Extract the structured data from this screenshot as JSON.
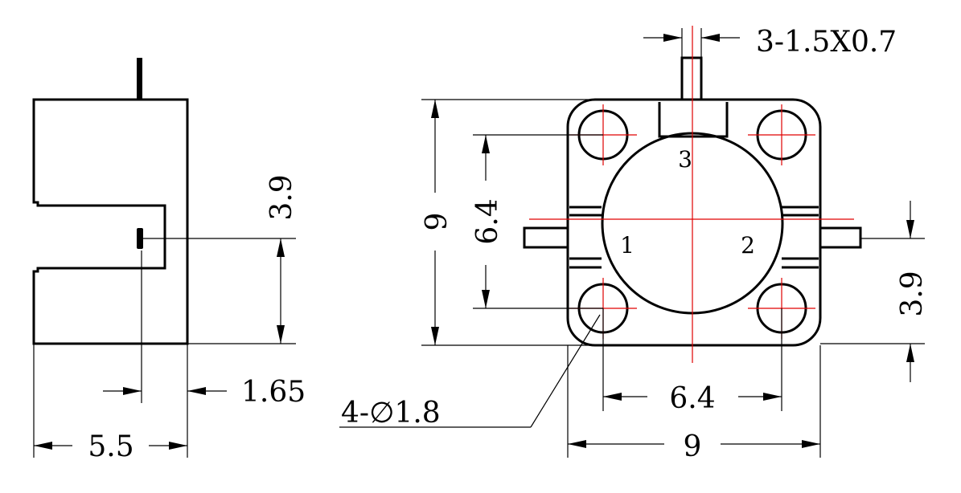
{
  "side_view": {
    "dims": {
      "height_3_9": "3.9",
      "offset_1_65": "1.65",
      "width_5_5": "5.5"
    }
  },
  "front_view": {
    "dims": {
      "port_note": "3-1.5X0.7",
      "overall_height": "9",
      "hole_pitch_vertical": "6.4",
      "port_height": "3.9",
      "hole_note": "4-∅1.8",
      "hole_pitch_horizontal": "6.4",
      "overall_width": "9"
    },
    "ports": [
      "1",
      "2",
      "3"
    ]
  },
  "colors": {
    "outline": "#000000",
    "centerline": "#e00000",
    "background": "#ffffff"
  }
}
